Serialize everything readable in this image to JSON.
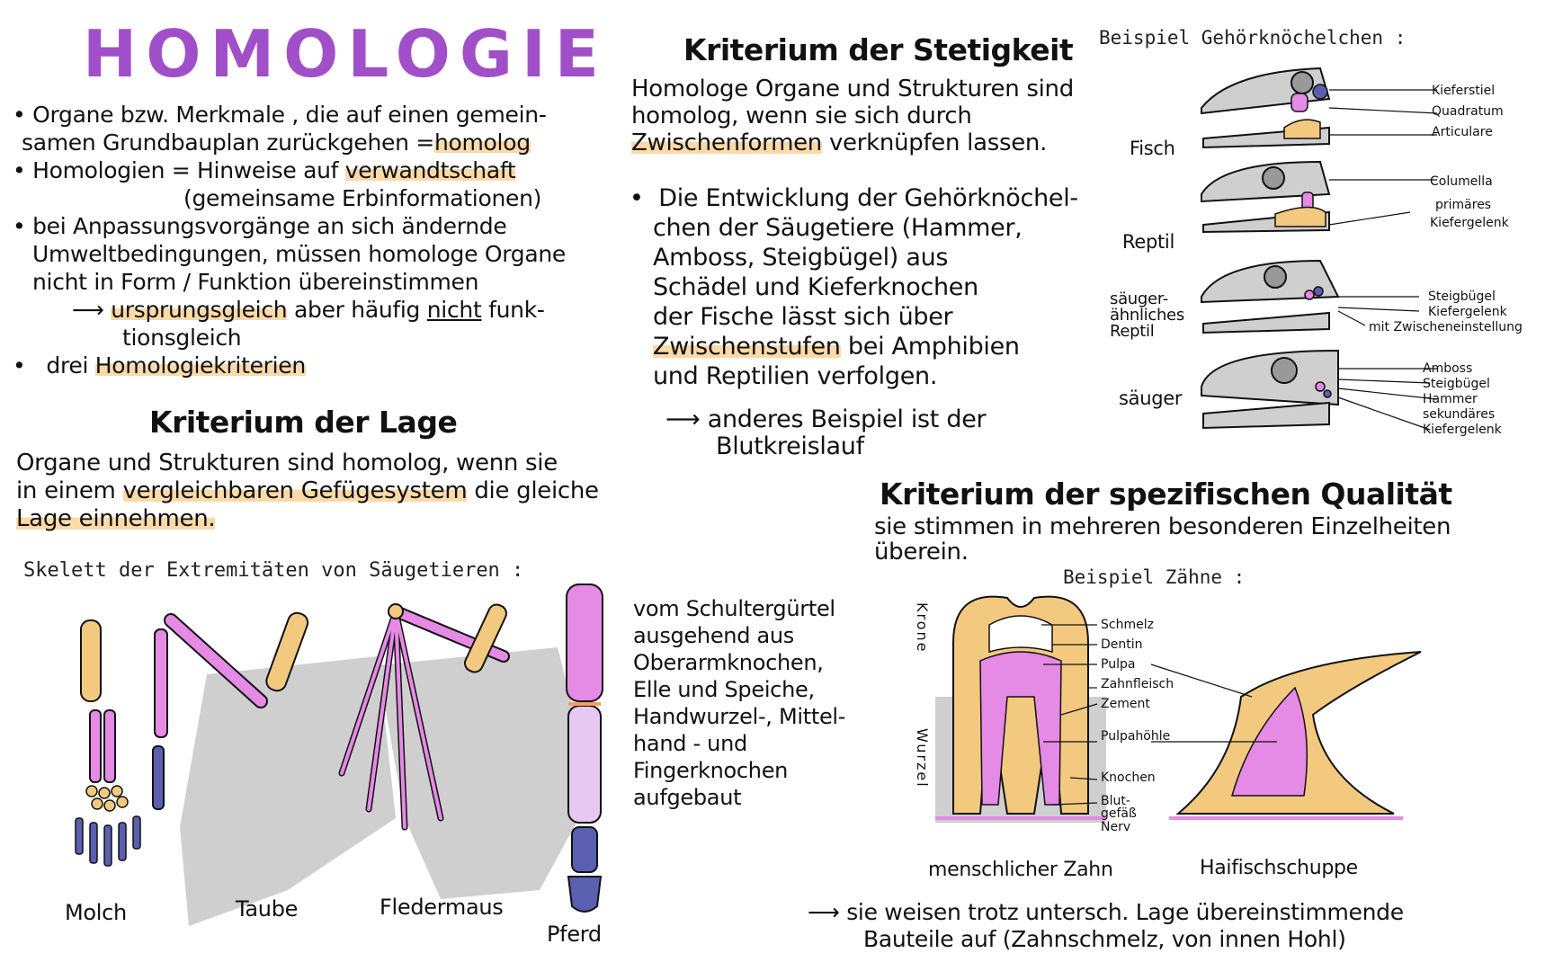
{
  "title": "HOMOLOGIE",
  "intro": {
    "b1_l1": "Organe bzw. Merkmale , die auf einen gemein-",
    "b1_l2": "samen Grundbauplan zurückgehen =",
    "b1_hl": "homolog",
    "b2_l1a": "Homologien = Hinweise auf",
    "b2_hl": "verwandtschaft",
    "b2_l2": "(gemeinsame Erbinformationen)",
    "b3_l1": "bei Anpassungsvorgänge an sich ändernde",
    "b3_l2": "Umweltbedingungen, müssen homologe Organe",
    "b3_l3": "nicht in Form / Funktion übereinstimmen",
    "arrow_hl": "ursprungsgleich",
    "arrow_mid": "aber häufig",
    "arrow_u": "nicht",
    "arrow_end": "funk-",
    "arrow_l2": "tionsgleich",
    "b4_a": "drei",
    "b4_hl": "Homologiekriterien"
  },
  "lage": {
    "heading": "Kriterium der Lage",
    "l1": "Organe und Strukturen sind homolog, wenn sie",
    "l2a": "in einem",
    "l2hl": "vergleichbaren Gefügesystem",
    "l2b": "die gleiche",
    "l3hl": "Lage einnehmen."
  },
  "limbs": {
    "caption": "Skelett der Extremitäten von Säugetieren :",
    "molch": "Molch",
    "taube": "Taube",
    "fledermaus": "Fledermaus",
    "pferd": "Pferd",
    "desc": [
      "vom Schultergürtel",
      "ausgehend aus",
      "Oberarmknochen,",
      "Elle und Speiche,",
      "Handwurzel-, Mittel-",
      "hand - und",
      "Fingerknochen",
      "aufgebaut"
    ]
  },
  "stetigkeit": {
    "heading": "Kriterium der Stetigkeit",
    "l1": "Homologe Organe und Strukturen sind",
    "l2": "homolog, wenn sie sich durch",
    "l3hl": "Zwischenformen",
    "l3b": "verknüpfen lassen.",
    "p1": "Die Entwicklung der Gehörknöchel-",
    "p2": "chen der Säugetiere (Hammer,",
    "p3": "Amboss, Steigbügel) aus",
    "p4": "Schädel und Kieferknochen",
    "p5": "der Fische lässt sich über",
    "p6hl": "Zwischenstufen",
    "p6b": "bei Amphibien",
    "p7": "und Reptilien verfolgen.",
    "a1": "anderes Beispiel ist der",
    "a2": "Blutkreislauf"
  },
  "ear": {
    "caption": "Beispiel Gehörknöchelchen :",
    "fisch": "Fisch",
    "reptil": "Reptil",
    "saeugerrep": [
      "säuger-",
      "ähnliches",
      "Reptil"
    ],
    "saeuger": "säuger",
    "l_fisch": [
      "Kieferstiel",
      "Quadratum",
      "Articulare"
    ],
    "l_reptil": [
      "Columella",
      "primäres",
      "Kiefergelenk"
    ],
    "l_sr": [
      "Steigbügel",
      "Kiefergelenk",
      "mit Zwischeneinstellung"
    ],
    "l_s": [
      "Amboss",
      "Steigbügel",
      "Hammer",
      "sekundäres",
      "Kiefergelenk"
    ]
  },
  "qualitaet": {
    "heading": "Kriterium der spezifischen Qualität",
    "l1": "sie stimmen in mehreren besonderen Einzelheiten",
    "l2": "überein.",
    "caption": "Beispiel Zähne :",
    "krone": "Krone",
    "wurzel": "Wurzel",
    "tooth_labels": [
      "Schmelz",
      "Dentin",
      "Pulpa",
      "Zahnfleisch",
      "Zement",
      "Pulpahöhle",
      "Knochen",
      "Blut-",
      "gefäß",
      "Nerv"
    ],
    "mensch": "menschlicher Zahn",
    "hai": "Haifischschuppe",
    "f1": "sie weisen trotz untersch. Lage übereinstimmende",
    "f2": "Bauteile auf (Zahnschmelz, von innen Hohl)"
  },
  "colors": {
    "purple": "#a14fc9",
    "highlight": "#fcd9a8",
    "bone": "#f2c97e",
    "pink": "#e58ae5",
    "grey": "#cfcfcf",
    "navy": "#5a5fb0"
  }
}
